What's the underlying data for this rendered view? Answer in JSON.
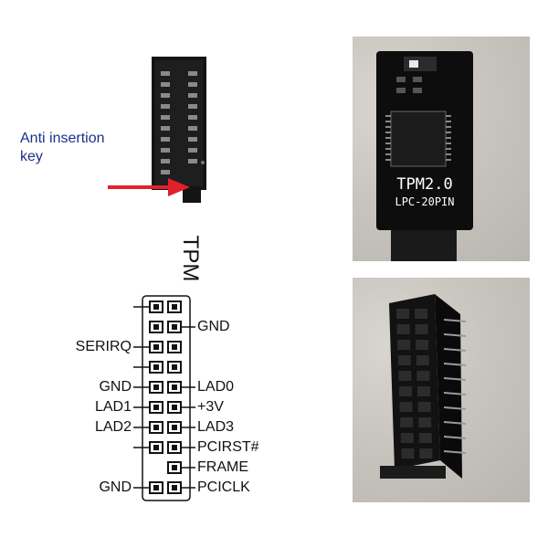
{
  "annotation": {
    "anti_insertion_label_line1": "Anti insertion",
    "anti_insertion_label_line2": "key"
  },
  "diagram_title": "TPM",
  "pinout": {
    "left_labels": [
      {
        "row": 2,
        "text": "SERIRQ"
      },
      {
        "row": 4,
        "text": "GND"
      },
      {
        "row": 5,
        "text": "LAD1"
      },
      {
        "row": 6,
        "text": "LAD2"
      },
      {
        "row": 9,
        "text": "GND"
      }
    ],
    "right_labels": [
      {
        "row": 1,
        "text": "GND"
      },
      {
        "row": 4,
        "text": "LAD0"
      },
      {
        "row": 5,
        "text": "+3V"
      },
      {
        "row": 6,
        "text": "LAD3"
      },
      {
        "row": 7,
        "text": "PCIRST#"
      },
      {
        "row": 8,
        "text": "FRAME"
      },
      {
        "row": 9,
        "text": "PCICLK"
      }
    ]
  },
  "photo_board": {
    "line1": "TPM2.0",
    "line2": "LPC-20PIN"
  },
  "colors": {
    "annotation_text": "#1d2f8c",
    "arrow": "#e0202a",
    "board": "#0d0d0d",
    "label_text": "#111111"
  }
}
